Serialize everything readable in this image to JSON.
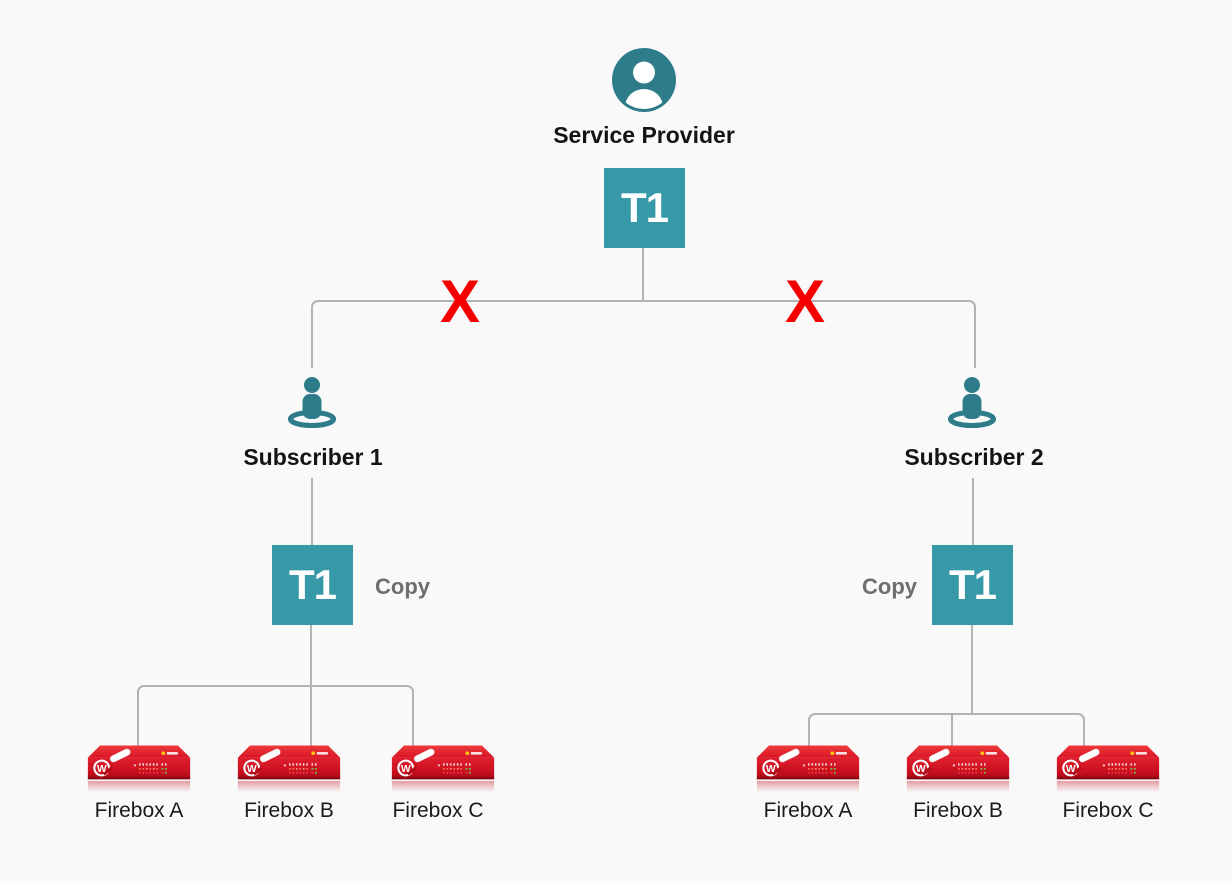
{
  "colors": {
    "background": "#f9f9f9",
    "connector_gray": "#b3b3b3",
    "t1_teal": "#3799a8",
    "icon_teal": "#2e7c8a",
    "broken_link_red": "#f50000",
    "firebox_red": "#d5101f",
    "label_dark": "#141414",
    "copy_gray": "#6e6e6e"
  },
  "nodes": {
    "service_provider": {
      "label": "Service Provider"
    },
    "t1_main": {
      "label": "T1"
    },
    "subscriber_1": {
      "label": "Subscriber 1"
    },
    "subscriber_2": {
      "label": "Subscriber 2"
    },
    "t1_copy_left": {
      "label": "T1",
      "annotation": "Copy"
    },
    "t1_copy_right": {
      "label": "T1",
      "annotation": "Copy"
    }
  },
  "markers": {
    "broken_link": "X"
  },
  "firebox_groups": {
    "left": {
      "items": [
        {
          "label": "Firebox A"
        },
        {
          "label": "Firebox B"
        },
        {
          "label": "Firebox C"
        }
      ]
    },
    "right": {
      "items": [
        {
          "label": "Firebox A"
        },
        {
          "label": "Firebox B"
        },
        {
          "label": "Firebox C"
        }
      ]
    }
  },
  "device": {
    "brand_letter": "W"
  }
}
